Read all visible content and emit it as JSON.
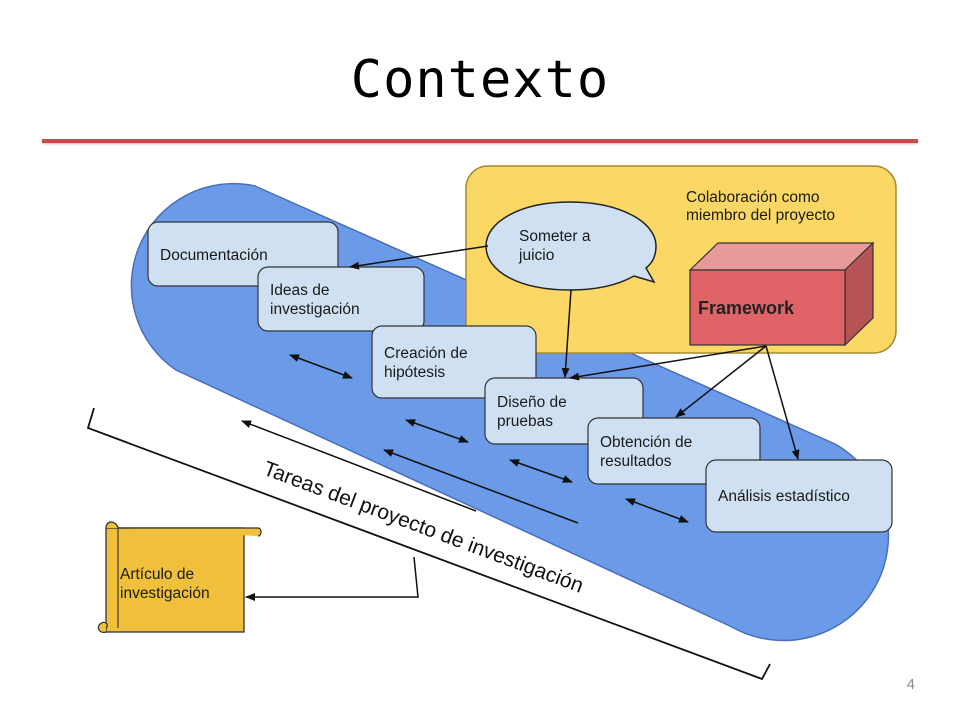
{
  "slide": {
    "title": "Contexto",
    "page_number": "4"
  },
  "diagram": {
    "collab_label_1": "Colaboración como",
    "collab_label_2": "miembro del proyecto",
    "bubble_1": "Someter a",
    "bubble_2": "juicio",
    "framework": "Framework",
    "step_documentacion": "Documentación",
    "step_ideas_1": "Ideas de",
    "step_ideas_2": "investigación",
    "step_creacion_1": "Creación de",
    "step_creacion_2": "hipótesis",
    "step_diseno_1": "Diseño de",
    "step_diseno_2": "pruebas",
    "step_obtencion_1": "Obtención de",
    "step_obtencion_2": "resultados",
    "step_analisis": "Análisis estadístico",
    "tasks_label": "Tareas del proyecto de investigación",
    "article_1": "Artículo de",
    "article_2": "investigación"
  },
  "colors": {
    "blue_capsule": "#6b9be8",
    "yellow_panel": "#fbd765",
    "step_box": "#cfe0f3",
    "framework_red": "#e06467",
    "scroll_gold": "#f0c03c",
    "title_rule": "#c0504d"
  }
}
